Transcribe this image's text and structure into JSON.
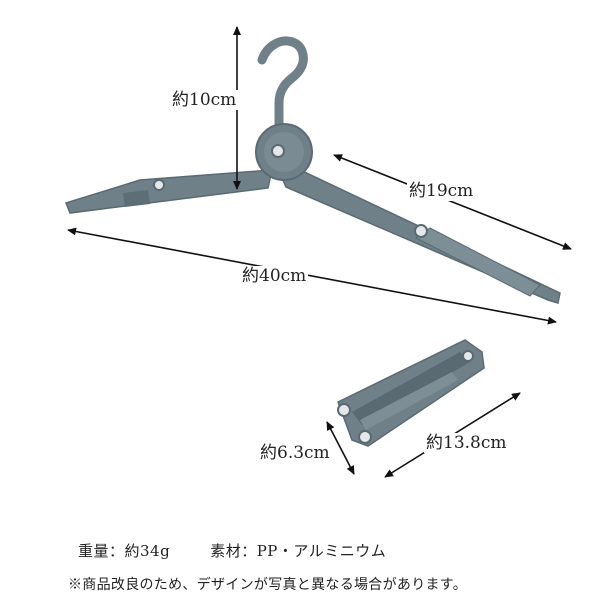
{
  "dimensions": {
    "hook_height": "約10cm",
    "arm_length": "約19cm",
    "total_width": "約40cm",
    "folded_width": "約6.3cm",
    "folded_length": "約13.8cm"
  },
  "specs": {
    "weight": "重量：約34g",
    "material": "素材：PP・アルミニウム"
  },
  "note": "※商品改良のため、デザインが写真と異なる場合があります。",
  "colors": {
    "hanger_body": "#6f8089",
    "hanger_edge": "#5a6a73",
    "hanger_shadow": "#4e5d66",
    "arrow": "#111111",
    "background": "#ffffff"
  }
}
